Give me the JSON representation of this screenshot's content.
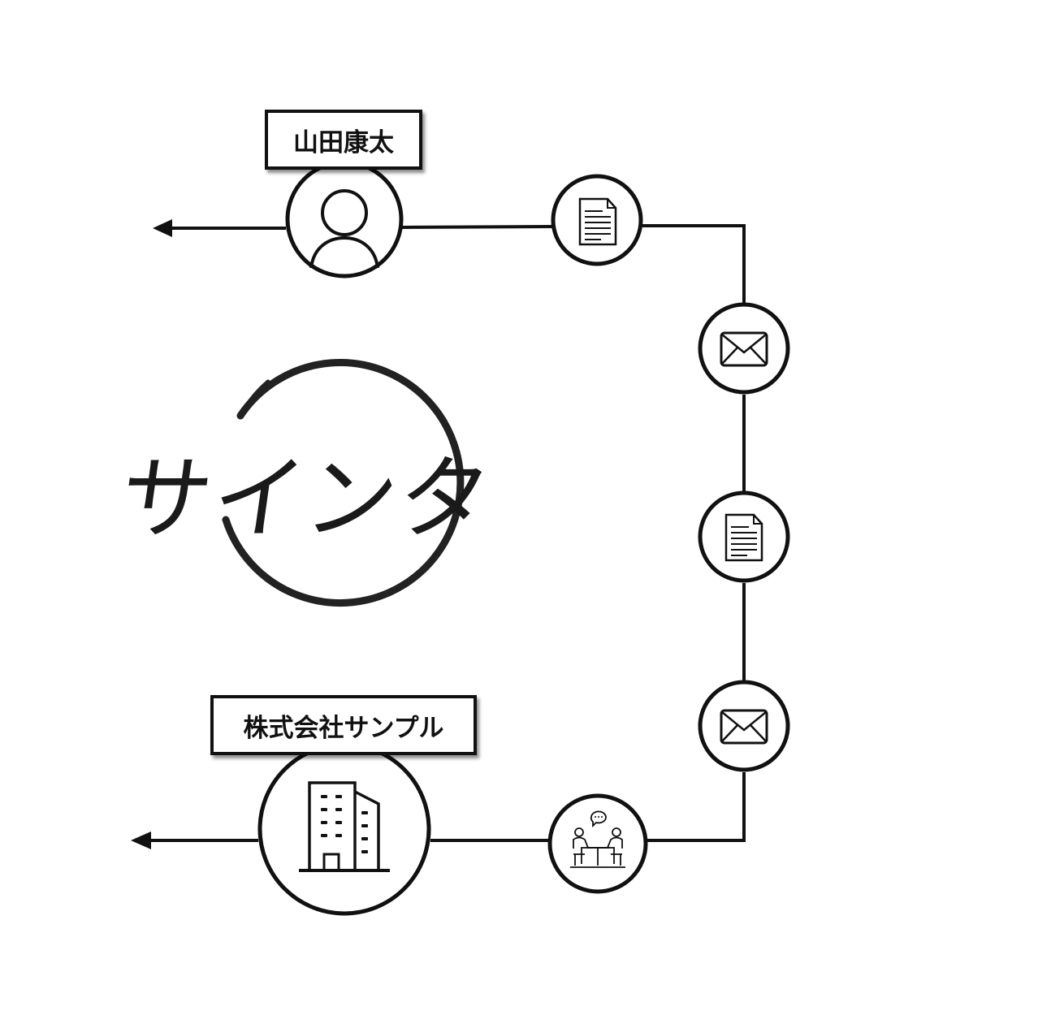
{
  "person": {
    "name": "山田康太",
    "icon": "person-icon"
  },
  "company": {
    "name": "株式会社サンプル",
    "icon": "building-icon"
  },
  "logo": {
    "text": "サインタ"
  },
  "flow_nodes": [
    {
      "icon": "document-icon"
    },
    {
      "icon": "envelope-icon"
    },
    {
      "icon": "document-icon"
    },
    {
      "icon": "envelope-icon"
    },
    {
      "icon": "meeting-icon"
    }
  ],
  "colors": {
    "line": "#111111",
    "background": "#ffffff"
  }
}
